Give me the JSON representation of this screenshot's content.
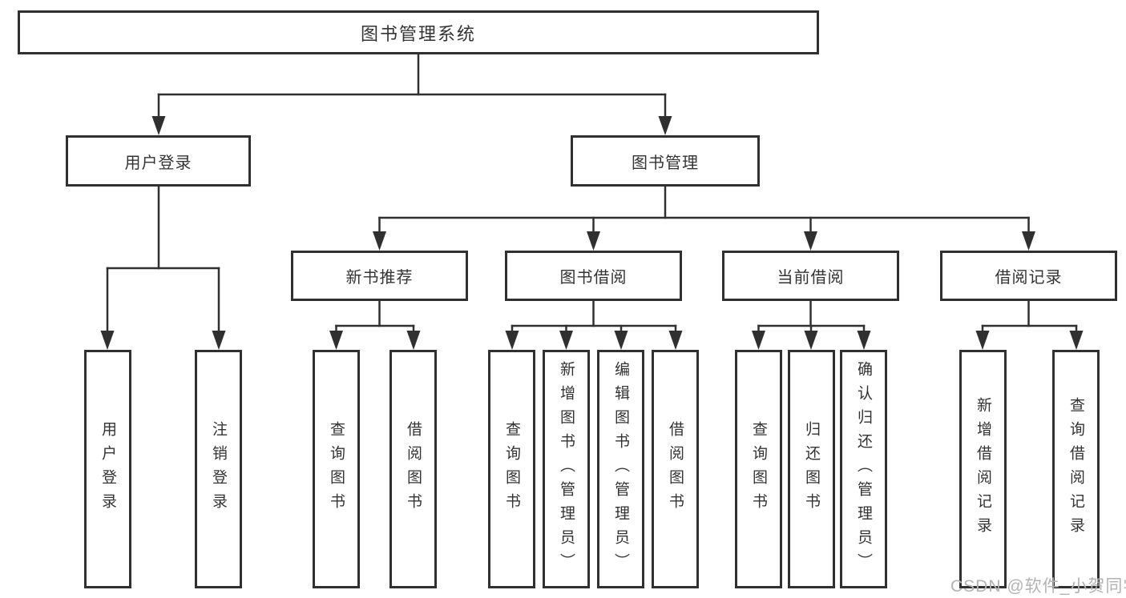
{
  "nodes": {
    "root": {
      "label": "图书管理系统"
    },
    "level2": [
      {
        "label": "用户登录"
      },
      {
        "label": "图书管理"
      }
    ],
    "level3": [
      {
        "label": "新书推荐"
      },
      {
        "label": "图书借阅"
      },
      {
        "label": "当前借阅"
      },
      {
        "label": "借阅记录"
      }
    ],
    "leaves": [
      {
        "label": "用户登录"
      },
      {
        "label": "注销登录"
      },
      {
        "label": "查询图书"
      },
      {
        "label": "借阅图书"
      },
      {
        "label": "查询图书"
      },
      {
        "label": "新增图书（管理员）"
      },
      {
        "label": "编辑图书（管理员）"
      },
      {
        "label": "借阅图书"
      },
      {
        "label": "查询图书"
      },
      {
        "label": "归还图书"
      },
      {
        "label": "确认归还（管理员）"
      },
      {
        "label": "新增借阅记录"
      },
      {
        "label": "查询借阅记录"
      }
    ]
  },
  "watermark": "CSDN @软件_小贺同学",
  "colors": {
    "line": "#303030",
    "text": "#333333",
    "watermark": "#b3b3b3",
    "background": "#ffffff"
  }
}
